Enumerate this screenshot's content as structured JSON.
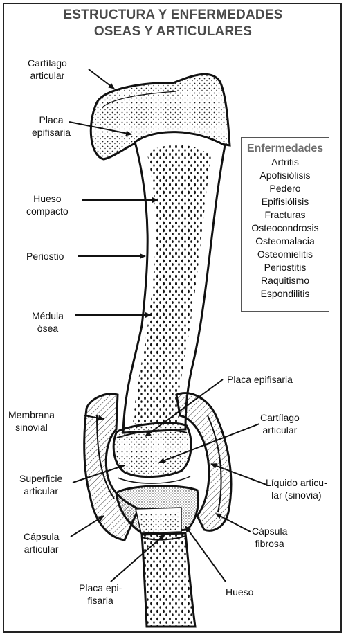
{
  "title": {
    "line1": "ESTRUCTURA Y ENFERMEDADES",
    "line2": "OSEAS Y ARTICULARES"
  },
  "labels": {
    "cartilago_top": [
      "Cartílago",
      "articular"
    ],
    "placa_epifisaria_top": [
      "Placa",
      "epifisaria"
    ],
    "hueso_compacto": [
      "Hueso",
      "compacto"
    ],
    "periostio": [
      "Periostio"
    ],
    "medula_osea": [
      "Médula",
      "ósea"
    ],
    "placa_epifisaria_right": [
      "Placa epifisaria"
    ],
    "membrana_sinovial": [
      "Membrana",
      "sinovial"
    ],
    "cartilago_right": [
      "Cartílago",
      "articular"
    ],
    "superficie_articular": [
      "Superficie",
      "articular"
    ],
    "liquido_articular": [
      "Líquido articu-",
      "lar (sinovia)"
    ],
    "capsula_articular": [
      "Cápsula",
      "articular"
    ],
    "capsula_fibrosa": [
      "Cápsula",
      "fibrosa"
    ],
    "placa_epifisaria_bottom": [
      "Placa epi-",
      "fisaria"
    ],
    "hueso": [
      "Hueso"
    ]
  },
  "diseases": {
    "heading": "Enfermedades",
    "items": [
      "Artritis",
      "Apofisiólisis",
      "Pedero",
      "Epifisiólisis",
      "Fracturas",
      "Osteocondrosis",
      "Osteomalacia",
      "Osteomielitis",
      "Periostitis",
      "Raquitismo",
      "Espondilitis"
    ]
  }
}
